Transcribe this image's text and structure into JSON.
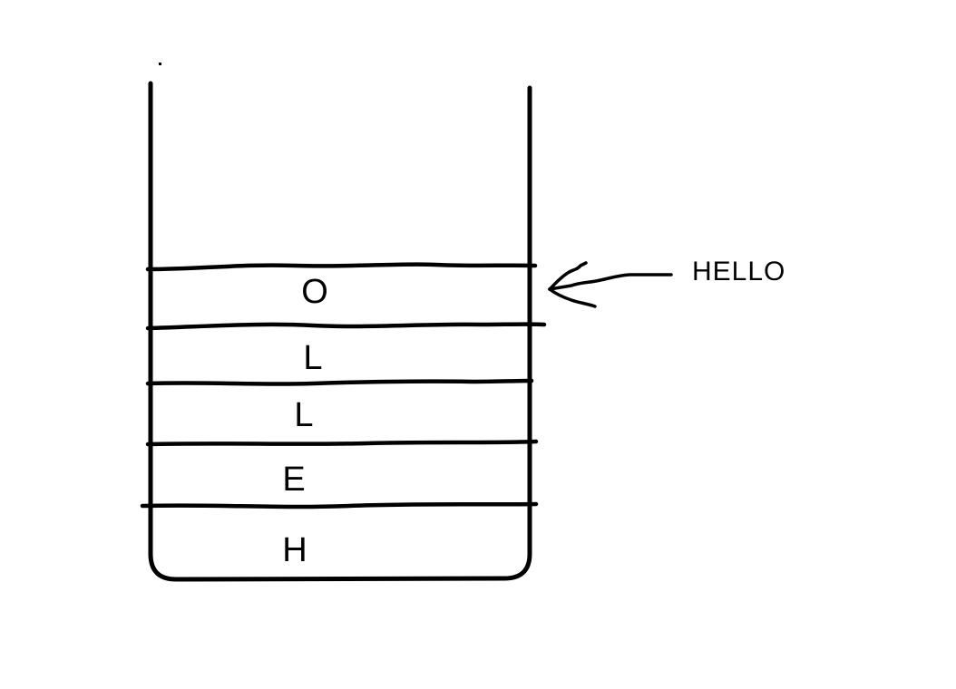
{
  "diagram": {
    "stack_items": [
      "O",
      "L",
      "L",
      "E",
      "H"
    ],
    "annotation_label": "HELLO",
    "ink_color": "#000000",
    "background_color": "#ffffff"
  }
}
